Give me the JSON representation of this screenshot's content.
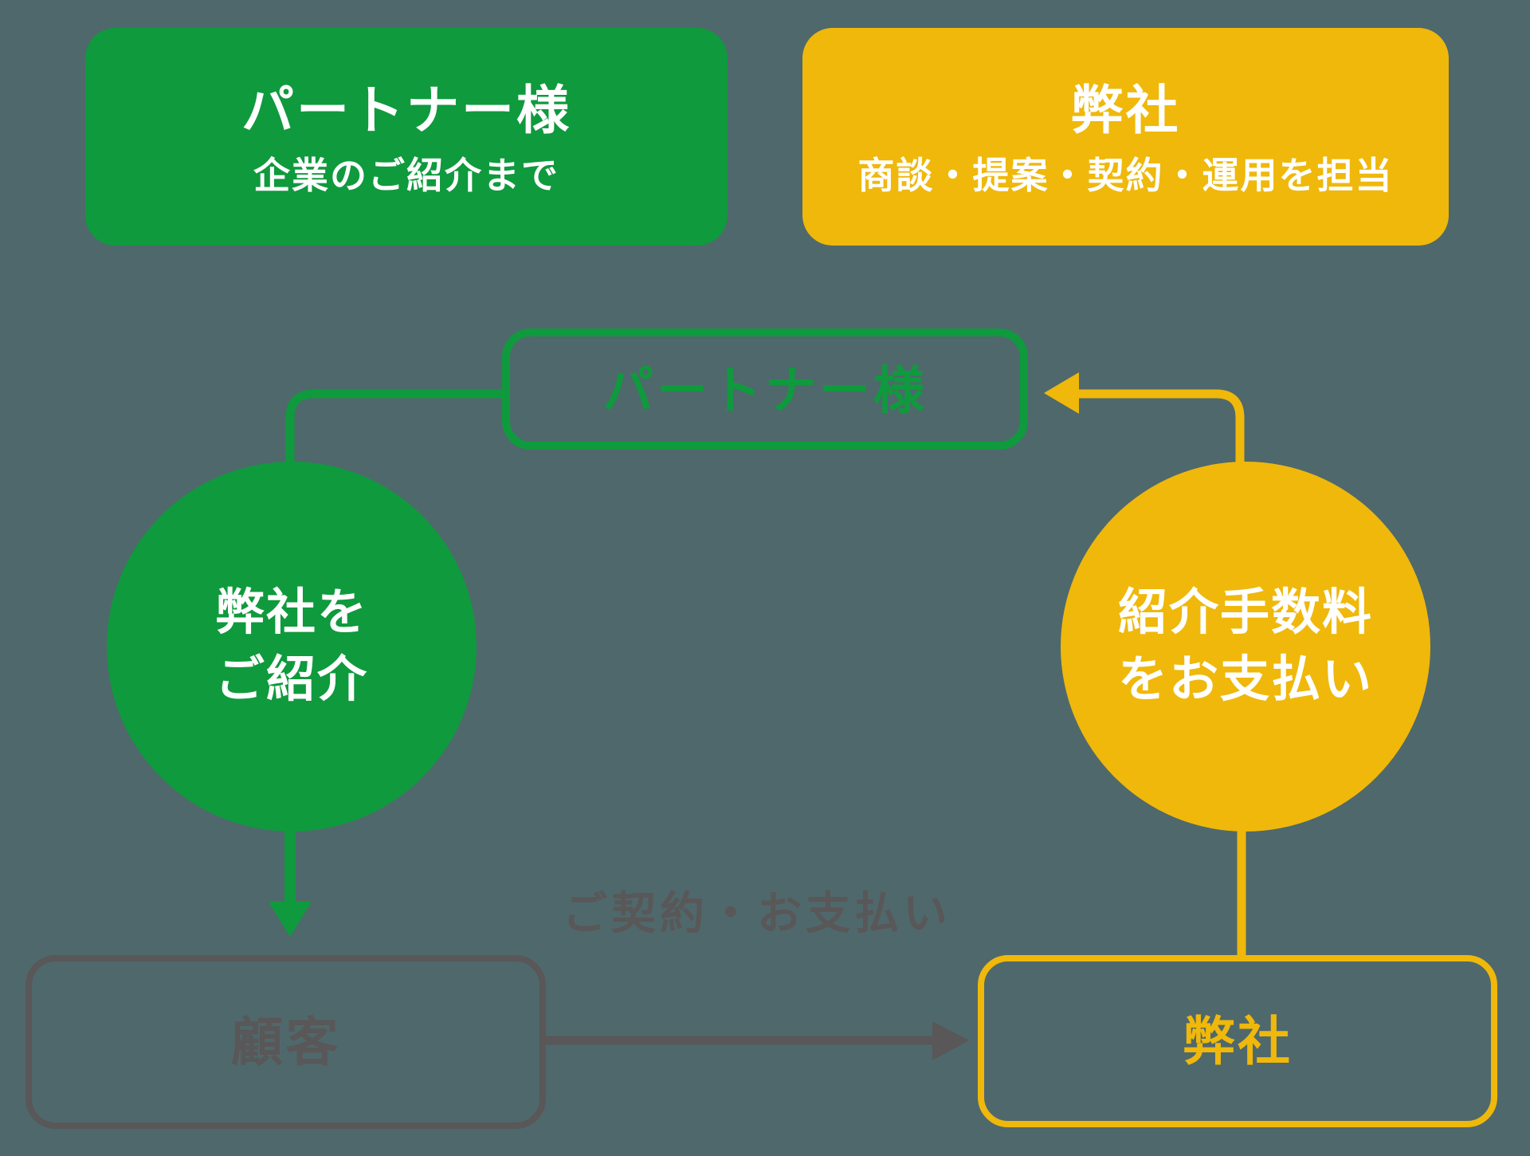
{
  "colors": {
    "background": "#4F686C",
    "green": "#0F9A3D",
    "yellow": "#EFB80B",
    "gray": "#595757",
    "white": "#FFFFFF"
  },
  "top_row": {
    "partner_box": {
      "title": "パートナー様",
      "subtitle": "企業のご紹介まで"
    },
    "company_box": {
      "title": "弊社",
      "subtitle": "商談・提案・契約・運用を担当"
    }
  },
  "flow": {
    "partner_node": {
      "label": "パートナー様"
    },
    "introduce_circle": {
      "lines": [
        "弊社を",
        "ご紹介"
      ]
    },
    "fee_circle": {
      "lines": [
        "紹介手数料",
        "をお支払い"
      ]
    },
    "customer_node": {
      "label": "顧客"
    },
    "company_node": {
      "label": "弊社"
    },
    "contract_label": "ご契約・お支払い"
  }
}
